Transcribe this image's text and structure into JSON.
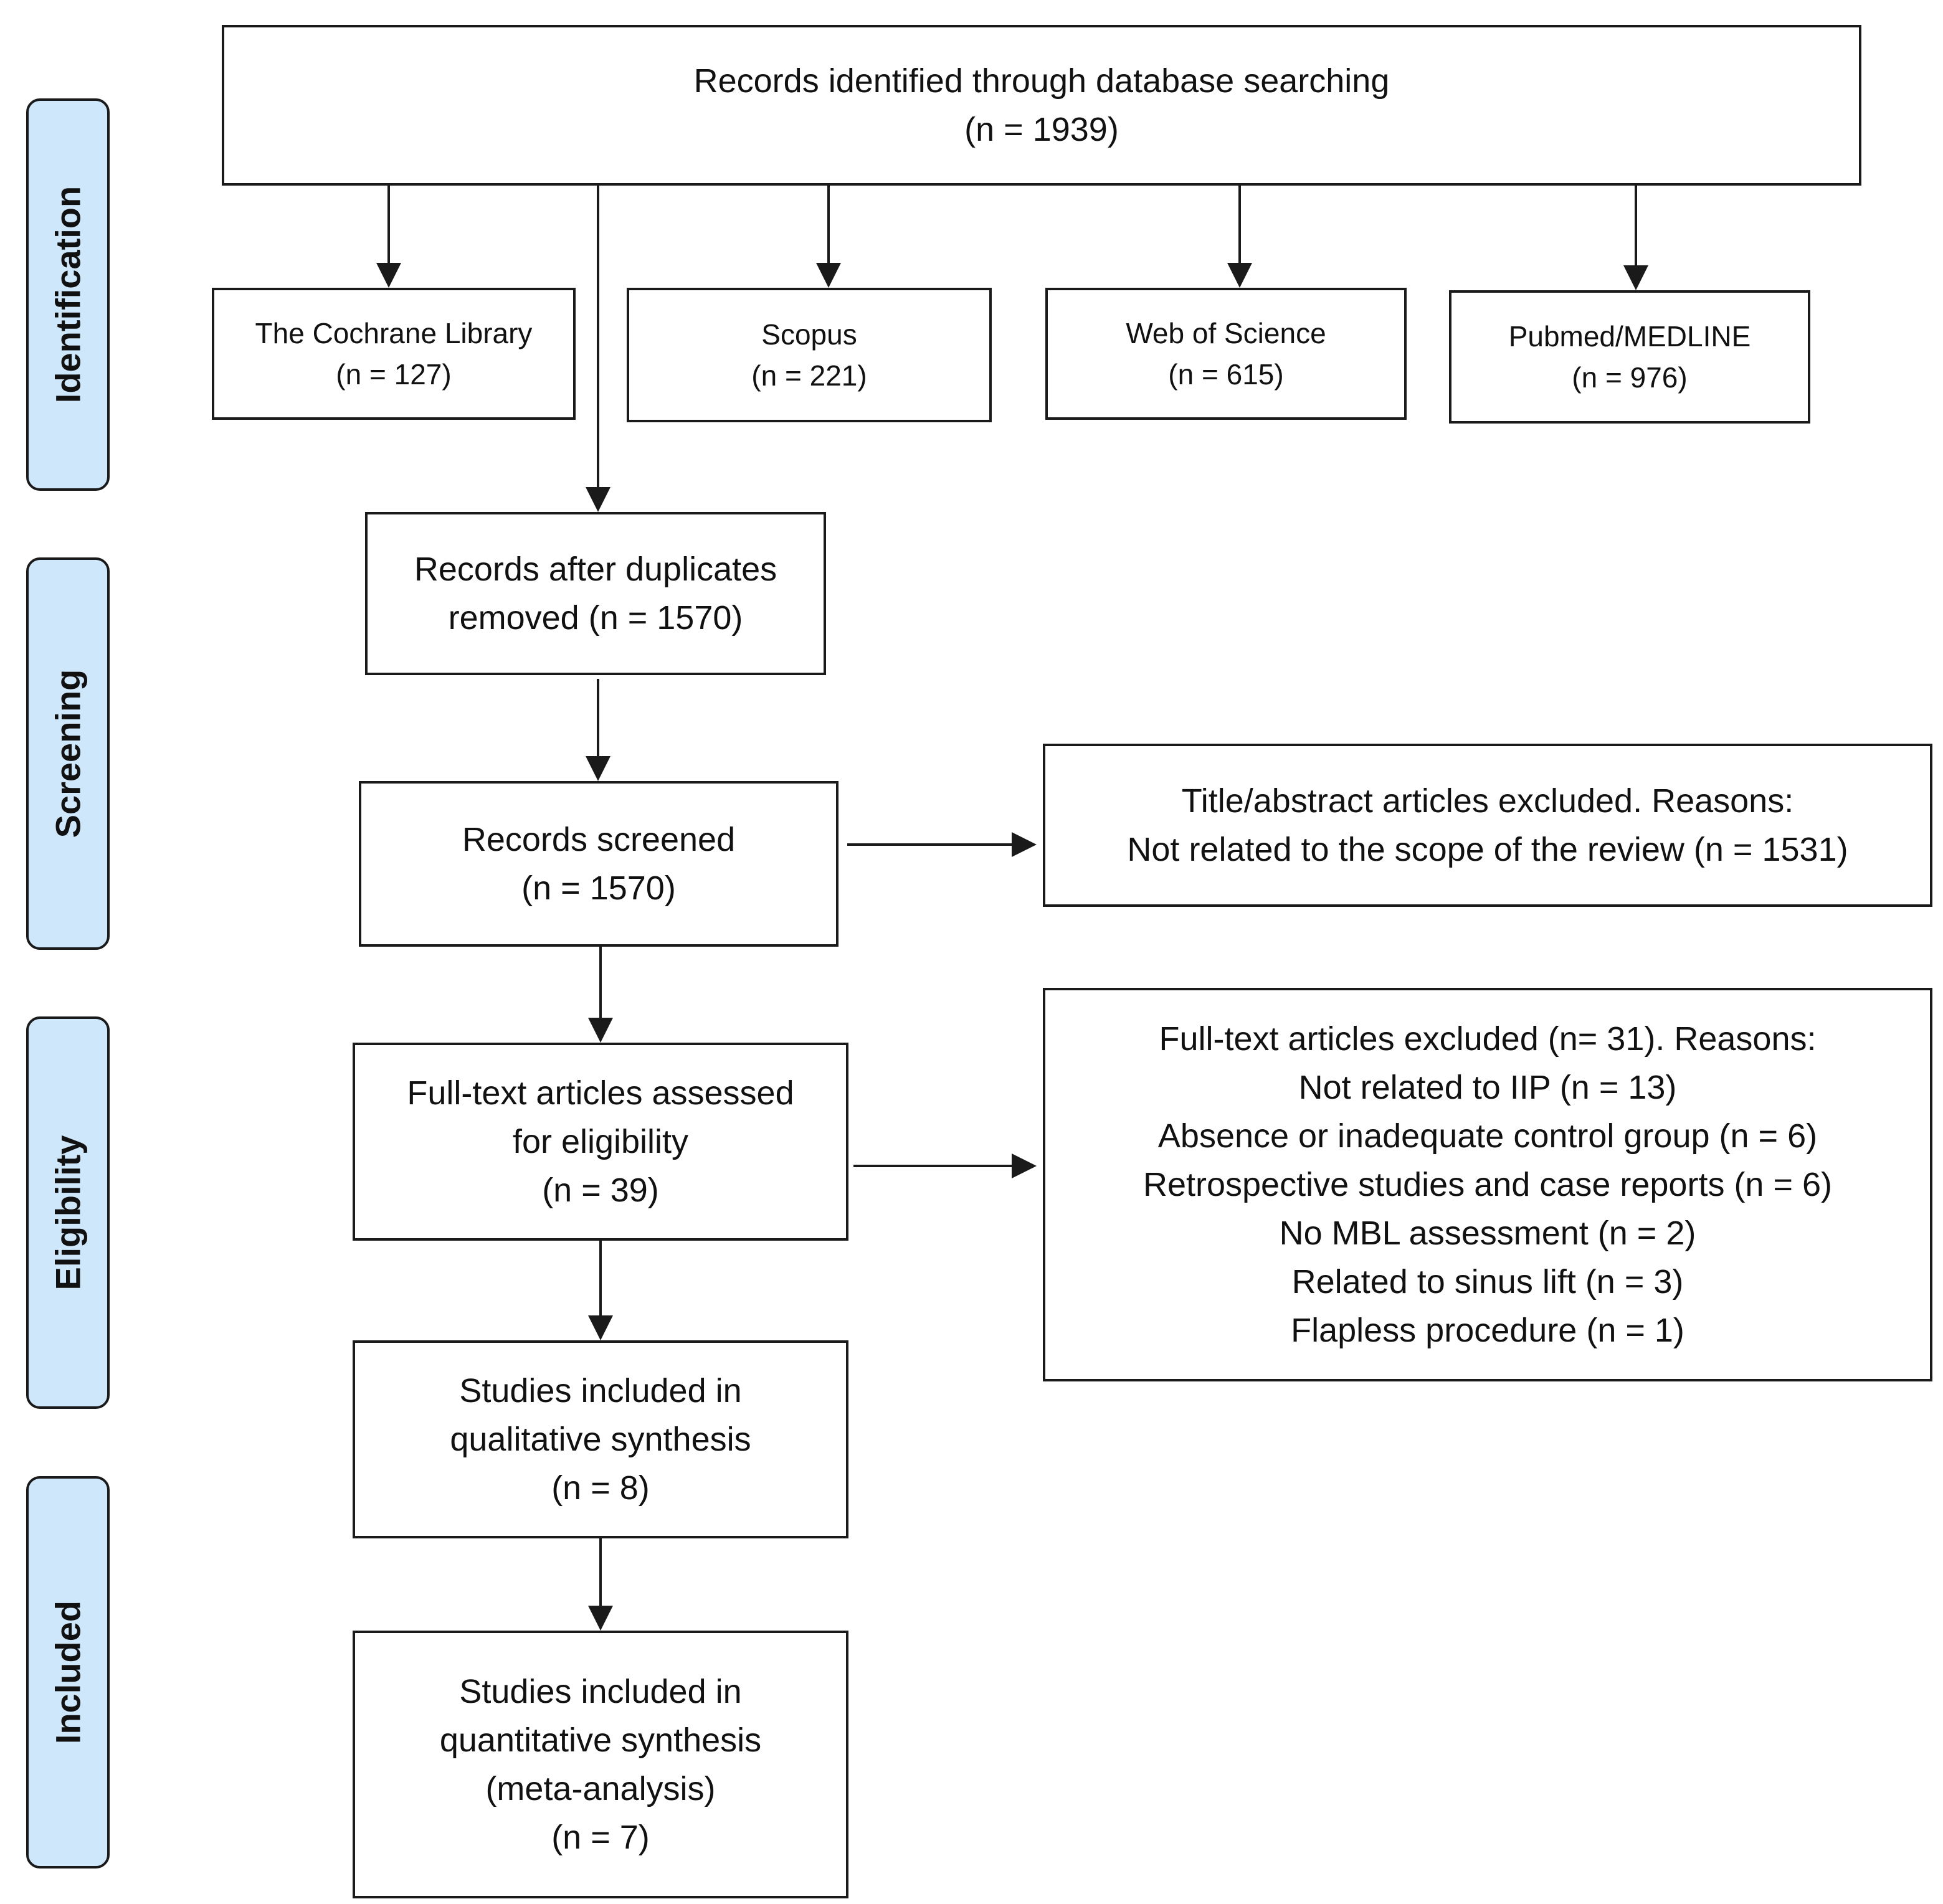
{
  "stages": {
    "identification": "Identification",
    "screening": "Screening",
    "eligibility": "Eligibility",
    "included": "Included"
  },
  "identified": {
    "line1": "Records identified through database searching",
    "line2": "(n = 1939)"
  },
  "databases": [
    {
      "name": "The Cochrane Library",
      "count": "(n = 127)"
    },
    {
      "name": "Scopus",
      "count": "(n = 221)"
    },
    {
      "name": "Web of Science",
      "count": "(n = 615)"
    },
    {
      "name": "Pubmed/MEDLINE",
      "count": "(n = 976)"
    }
  ],
  "duplicates_removed": {
    "line1": "Records after duplicates",
    "line2": "removed (n = 1570)"
  },
  "screened": {
    "line1": "Records screened",
    "line2": "(n = 1570)"
  },
  "title_excluded": {
    "line1": "Title/abstract articles excluded. Reasons:",
    "line2": "Not related to the scope of the review (n = 1531)"
  },
  "fulltext_assessed": {
    "line1": "Full-text articles assessed",
    "line2": "for eligibility",
    "line3": "(n = 39)"
  },
  "fulltext_excluded": {
    "header": "Full-text articles excluded (n= 31). Reasons:",
    "reasons": [
      "Not related to IIP (n = 13)",
      "Absence or inadequate control group (n = 6)",
      "Retrospective studies and case reports (n = 6)",
      "No MBL assessment (n = 2)",
      "Related to sinus lift (n = 3)",
      "Flapless procedure (n = 1)"
    ]
  },
  "qualitative": {
    "line1": "Studies included in",
    "line2": "qualitative synthesis",
    "line3": "(n = 8)"
  },
  "quantitative": {
    "line1": "Studies included in",
    "line2": "quantitative synthesis",
    "line3": "(meta-analysis)",
    "line4": "(n = 7)"
  }
}
